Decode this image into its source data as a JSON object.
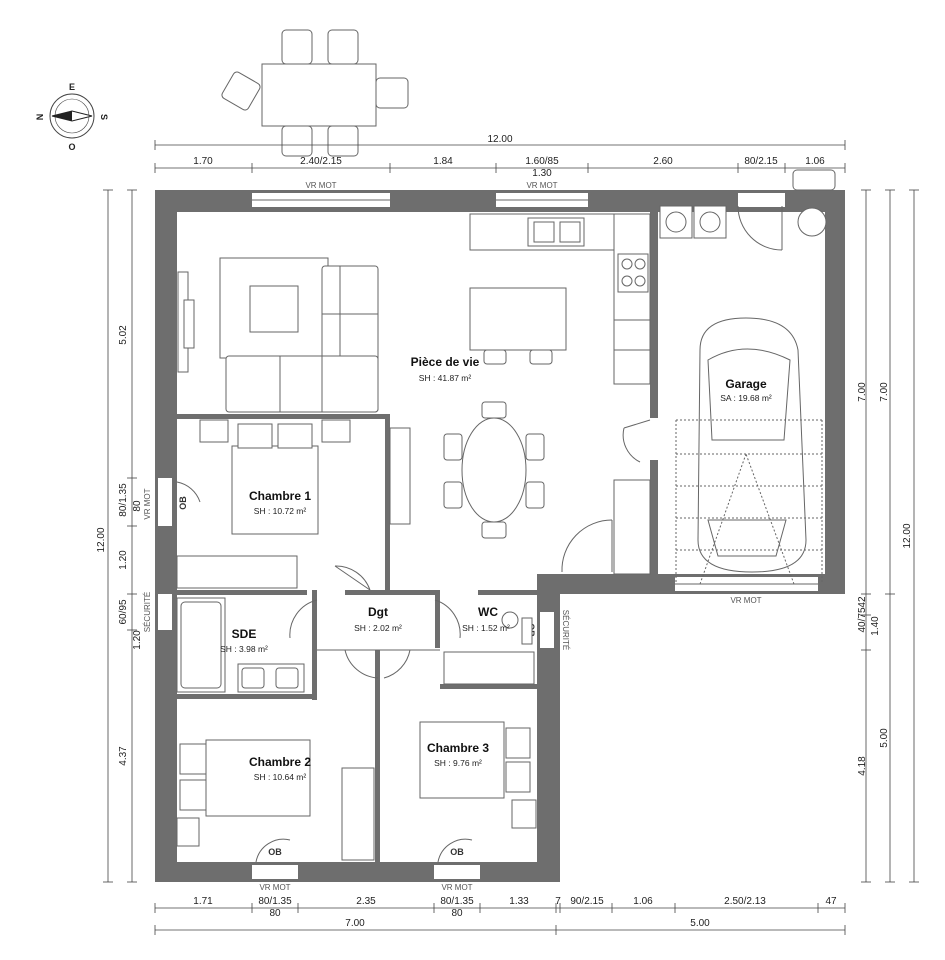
{
  "compass": {
    "n": "N",
    "e": "E",
    "s": "S",
    "o": "O"
  },
  "top_dims": {
    "total": "12.00",
    "segments": [
      "1.70",
      "2.40/2.15",
      "1.84",
      "1.60/85",
      "2.60",
      "80/2.15",
      "1.06"
    ],
    "sub": "1.30"
  },
  "bottom_dims": {
    "segments": [
      "1.71",
      "80/1.35",
      "2.35",
      "80/1.35",
      "1.33",
      "7",
      "90/2.15",
      "1.06",
      "2.50/2.13",
      "47"
    ],
    "sub_a": "80",
    "sub_b": "80",
    "total_left": "7.00",
    "total_right": "5.00"
  },
  "left_dims": {
    "inner": [
      "5.02",
      "80/1.35",
      "80",
      "1.20",
      "60/95",
      "1.20",
      "4.37"
    ],
    "total": "12.00"
  },
  "right_dims": {
    "inner": [
      "40/75",
      "42",
      "1.40",
      "4.18"
    ],
    "mid": [
      "7.00",
      "5.00"
    ],
    "outer": [
      "7.00",
      "12.00"
    ]
  },
  "labels": {
    "vr_mot": "VR MOT",
    "securite": "SÉCURITÉ",
    "ob": "OB"
  },
  "rooms": {
    "piece_de_vie": {
      "name": "Pièce de vie",
      "area": "SH : 41.87 m²"
    },
    "garage": {
      "name": "Garage",
      "area": "SA : 19.68 m²"
    },
    "chambre1": {
      "name": "Chambre 1",
      "area": "SH : 10.72 m²"
    },
    "dgt": {
      "name": "Dgt",
      "area": "SH : 2.02 m²"
    },
    "wc": {
      "name": "WC",
      "area": "SH : 1.52 m²"
    },
    "sde": {
      "name": "SDE",
      "area": "SH : 3.98 m²"
    },
    "chambre2": {
      "name": "Chambre 2",
      "area": "SH : 10.64 m²"
    },
    "chambre3": {
      "name": "Chambre 3",
      "area": "SH : 9.76 m²"
    }
  }
}
